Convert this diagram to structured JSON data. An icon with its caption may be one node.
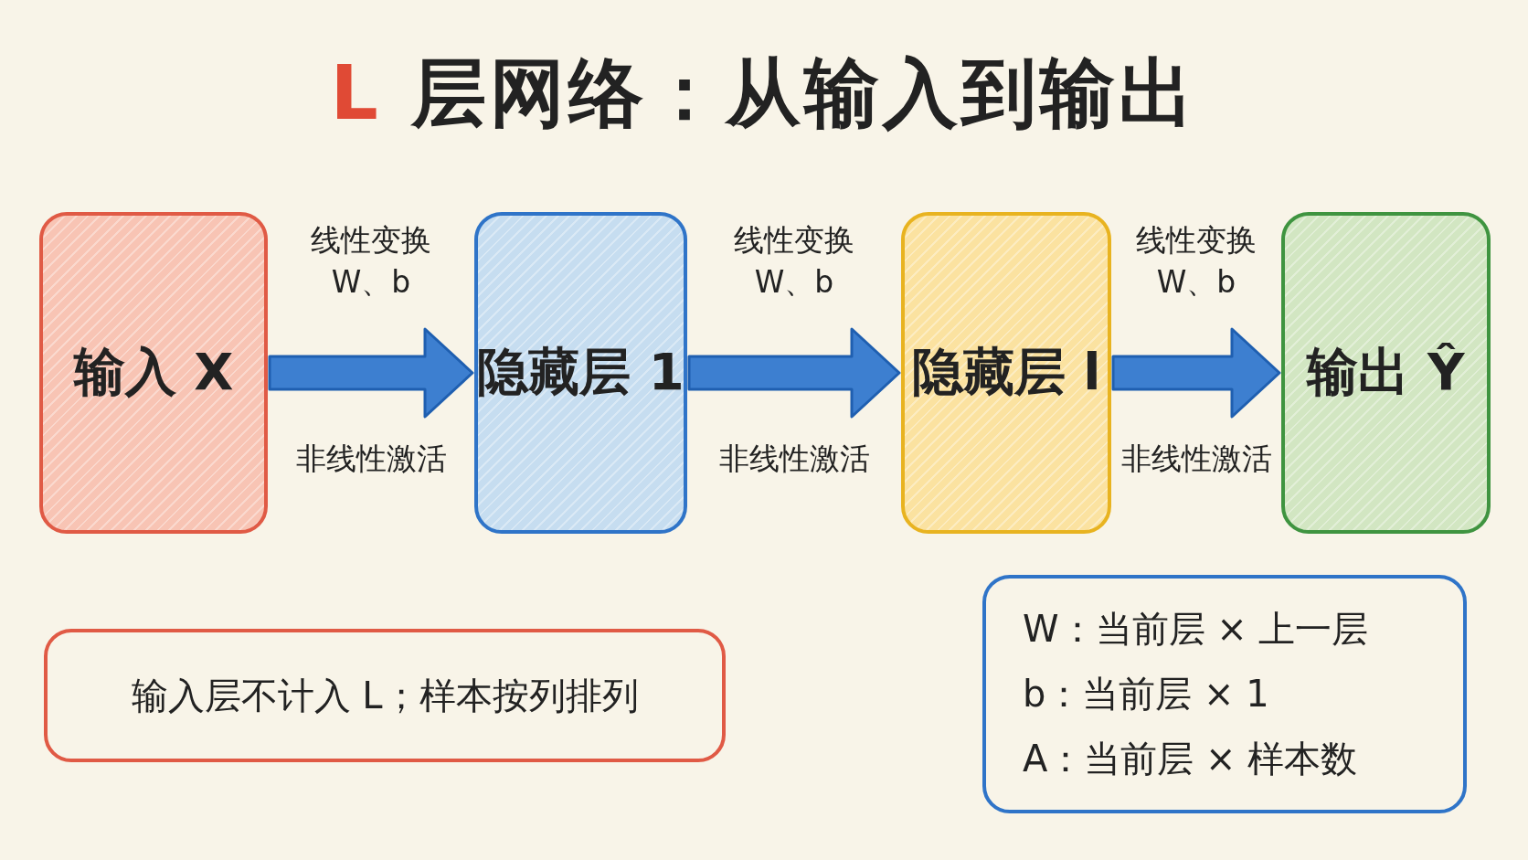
{
  "diagram": {
    "title": "L 层网络：从输入到输出",
    "nodes": [
      {
        "text": [
          "输入 X"
        ]
      },
      {
        "text": [
          "隐藏层 1"
        ]
      },
      {
        "text": [
          "隐藏层 l"
        ]
      },
      {
        "text": [
          "输出 Ŷ"
        ]
      },
      {
        "text": [
          "输入层不计入 L；样本按列排列"
        ]
      },
      {
        "text": [
          "W：当前层 × 上一层",
          "b：当前层 × 1",
          "A：当前层 × 样本数"
        ]
      }
    ],
    "edges": [
      {
        "from": 0,
        "to": 1,
        "arrow": "to",
        "label": "线性变换 W、b"
      },
      {
        "from": 1,
        "to": 2,
        "arrow": "to",
        "label": "线性变换 W、b"
      },
      {
        "from": 2,
        "to": 3,
        "arrow": "to",
        "label": "线性变换 W、b"
      }
    ],
    "labels": [
      "非线性激活",
      "非线性激活",
      "非线性激活"
    ]
  }
}
